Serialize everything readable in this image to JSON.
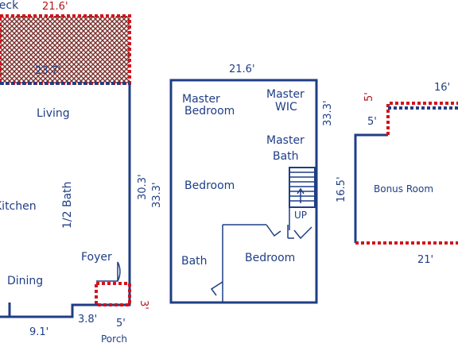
{
  "colors": {
    "wall": "#1f3e85",
    "deck_fill": "#7a2f2b",
    "dashed_red": "#d3131b",
    "dim_red": "#b3141b",
    "background": "#ffffff"
  },
  "rooms": {
    "deck": "Deck",
    "living": "Living",
    "half_bath": "1/2 Bath",
    "kitchen": "Kitchen",
    "foyer": "Foyer",
    "dining": "Dining",
    "porch": "Porch",
    "master_bedroom_line1": "Master",
    "master_bedroom_line2": "Bedroom",
    "master_wic_line1": "Master",
    "master_wic_line2": "WIC",
    "master_bath_line1": "Master",
    "master_bath_line2": "Bath",
    "bedroom_1": "Bedroom",
    "bedroom_2": "Bedroom",
    "bath": "Bath",
    "stairs_up": "UP",
    "bonus_room": "Bonus Room"
  },
  "dimensions": {
    "deck_width": "21.6'",
    "deck_inner": "23.7'",
    "main_height_a": "30.3'",
    "main_height_b": "33.3'",
    "bottom_left": "9.1'",
    "bottom_mid": "3.8'",
    "porch_width": "5'",
    "porch_depth": "3'",
    "upper_width": "21.6'",
    "upper_height": "33.3'",
    "bonus_top": "16'",
    "bonus_notch_h": "5'",
    "bonus_notch_v": "5'",
    "bonus_height": "16.5'",
    "bonus_bottom": "21'"
  }
}
